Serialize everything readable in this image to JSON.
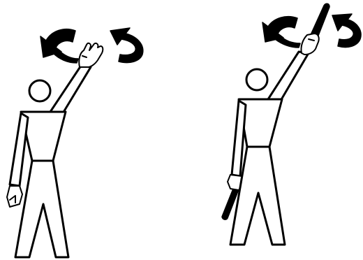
{
  "colors": {
    "background": "#ffffff",
    "ink": "#000000"
  },
  "figures": [
    {
      "id": "left",
      "raised_hand": "open-hand",
      "lowered_hand": "bare-hand",
      "arrows": [
        "curved-arrow-left",
        "curved-arrow-right"
      ]
    },
    {
      "id": "right",
      "raised_hand": "holding-wand",
      "lowered_hand": "holding-wand",
      "arrows": [
        "curved-arrow-left",
        "curved-arrow-right"
      ]
    }
  ]
}
